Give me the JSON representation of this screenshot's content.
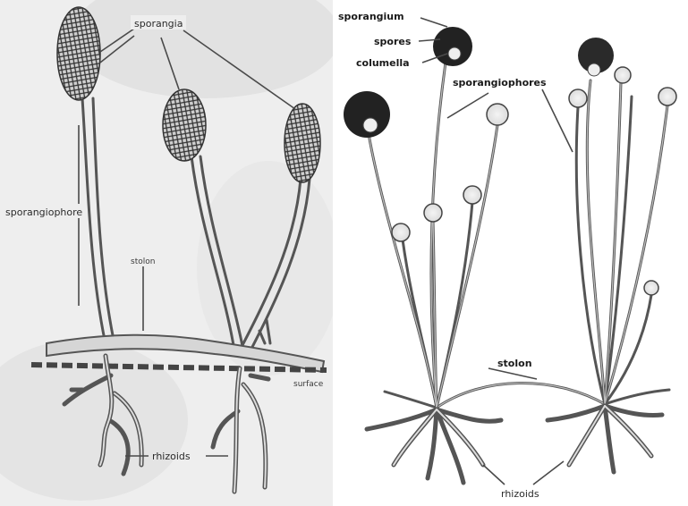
{
  "left_diagram": {
    "labels": {
      "sporangia": "sporangia",
      "sporangiophore": "sporangiophore",
      "stolon": "stolon",
      "surface": "surface",
      "rhizoids": "rhizoids"
    }
  },
  "right_diagram": {
    "labels": {
      "sporangium": "sporangium",
      "spores": "spores",
      "columella": "columella",
      "sporangiophores": "sporangiophores",
      "stolon": "stolon",
      "rhizoids": "rhizoids"
    }
  },
  "colors": {
    "background": "#ffffff",
    "left_panel": "#e6e6e6",
    "stalk_outline": "#555555",
    "sporangium_dark": "#222222",
    "surface_line": "#444444"
  }
}
